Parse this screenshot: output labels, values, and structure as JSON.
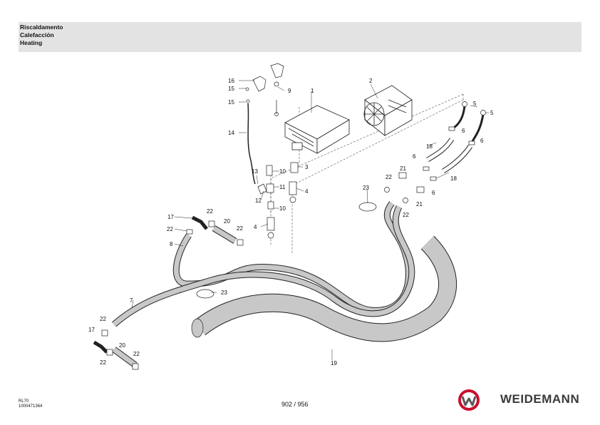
{
  "header": {
    "title_it": "Riscaldamento",
    "title_es": "Calefacción",
    "title_en": "Heating"
  },
  "callouts": {
    "c1": "1",
    "c2": "2",
    "c3": "3",
    "c4a": "4",
    "c4b": "4",
    "c5a": "5",
    "c5b": "5",
    "c6a": "6",
    "c6b": "6",
    "c6c": "6",
    "c6d": "6",
    "c7": "7",
    "c8": "8",
    "c9": "9",
    "c10a": "10",
    "c10b": "10",
    "c11": "11",
    "c12": "12",
    "c13": "13",
    "c14": "14",
    "c15a": "15",
    "c15b": "15",
    "c16": "16",
    "c17a": "17",
    "c17b": "17",
    "c18a": "18",
    "c18b": "18",
    "c19": "19",
    "c20a": "20",
    "c20b": "20",
    "c21a": "21",
    "c21b": "21",
    "c22a": "22",
    "c22b": "22",
    "c22c": "22",
    "c22d": "22",
    "c22e": "22",
    "c22f": "22",
    "c22g": "22",
    "c22h": "22",
    "c23a": "23",
    "c23b": "23"
  },
  "footer": {
    "model": "RL70",
    "doc_number": "1000471364",
    "page": "902 / 956",
    "brand": "WEIDEMANN"
  },
  "colors": {
    "header_band": "#e3e3e3",
    "hose_fill": "#c8c8c8",
    "logo_red": "#c8102e",
    "brand_text": "#3a3a3a"
  }
}
